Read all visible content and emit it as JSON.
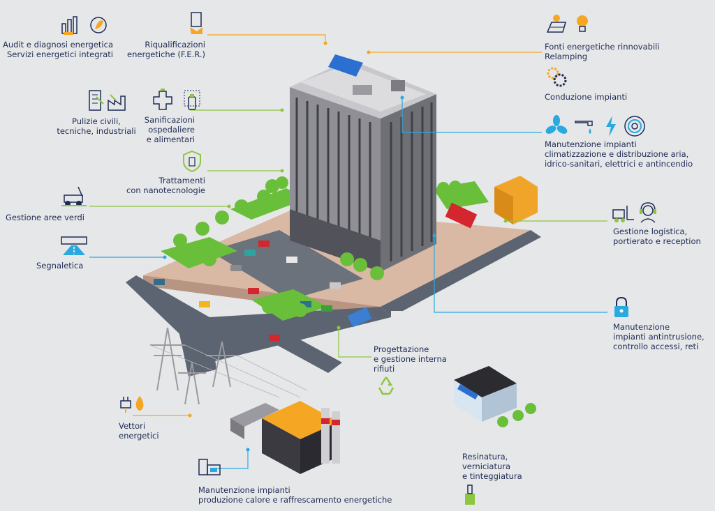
{
  "services": {
    "audit": [
      "Audit e diagnosi energetica",
      "Servizi energetici integrati"
    ],
    "riqualificazioni": [
      "Riqualificazioni",
      "energetiche (F.E.R.)"
    ],
    "fonti": [
      "Fonti energetiche rinnovabili",
      "Relamping"
    ],
    "conduzione": [
      "Conduzione impianti"
    ],
    "manutenzione_clima": [
      "Manutenzione impianti",
      "climatizzazione e distribuzione aria,",
      "idrico-sanitari, elettrici e antincendio"
    ],
    "pulizie": [
      "Pulizie civili,",
      "tecniche, industriali"
    ],
    "sanificazioni": [
      "Sanificazioni",
      "ospedaliere",
      "e alimentari"
    ],
    "nanotecnologie": [
      "Trattamenti",
      "con nanotecnologie"
    ],
    "aree_verdi": [
      "Gestione aree verdi"
    ],
    "segnaletica": [
      "Segnaletica"
    ],
    "logistica": [
      "Gestione logistica,",
      "portierato e reception"
    ],
    "antintrusione": [
      "Manutenzione",
      "impianti antintrusione,",
      "controllo accessi, reti"
    ],
    "rifiuti": [
      "Progettazione",
      "e gestione interna",
      "rifiuti"
    ],
    "vettori": [
      "Vettori",
      "energetici"
    ],
    "resinatura": [
      "Resinatura,",
      "verniciatura",
      "e tinteggiatura"
    ],
    "produzione": [
      "Manutenzione impianti",
      "produzione calore e raffrescamento energetiche"
    ]
  },
  "colors": {
    "background": "#e6e7e8",
    "text": "#1e2b55",
    "accent_green": "#8dc63f",
    "accent_yellow": "#f5a623",
    "accent_blue": "#29a9e0",
    "road": "#5b6470",
    "building": "#8f8f95"
  },
  "icons": [
    "audit-chart-icon",
    "leaf-bulb-icon",
    "solar-hand-icon",
    "solar-panel-icon",
    "bulb-icon",
    "gears-icon",
    "fan-icon",
    "faucet-icon",
    "lightning-icon",
    "hose-icon",
    "building-cleaning-icon",
    "factory-icon",
    "cross-icon",
    "spray-icon",
    "shield-icon",
    "lawnmower-icon",
    "road-sign-icon",
    "forklift-icon",
    "headset-icon",
    "padlock-icon",
    "recycle-icon",
    "plug-icon",
    "flame-icon",
    "plant-icon",
    "paint-brush-icon"
  ]
}
